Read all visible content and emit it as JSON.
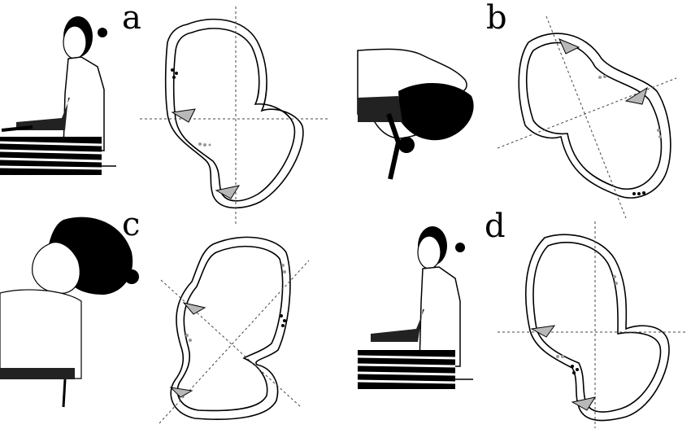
{
  "panels": [
    {
      "letter": "a",
      "pose": "seated-upright"
    },
    {
      "letter": "b",
      "pose": "supine-head-extended"
    },
    {
      "letter": "c",
      "pose": "supine-head-flexed"
    },
    {
      "letter": "d",
      "pose": "seated-upright"
    }
  ],
  "colors": {
    "ink": "#000000",
    "paper": "#ffffff",
    "grey_mark": "#b8b8b8",
    "guide_line": "#444444"
  }
}
